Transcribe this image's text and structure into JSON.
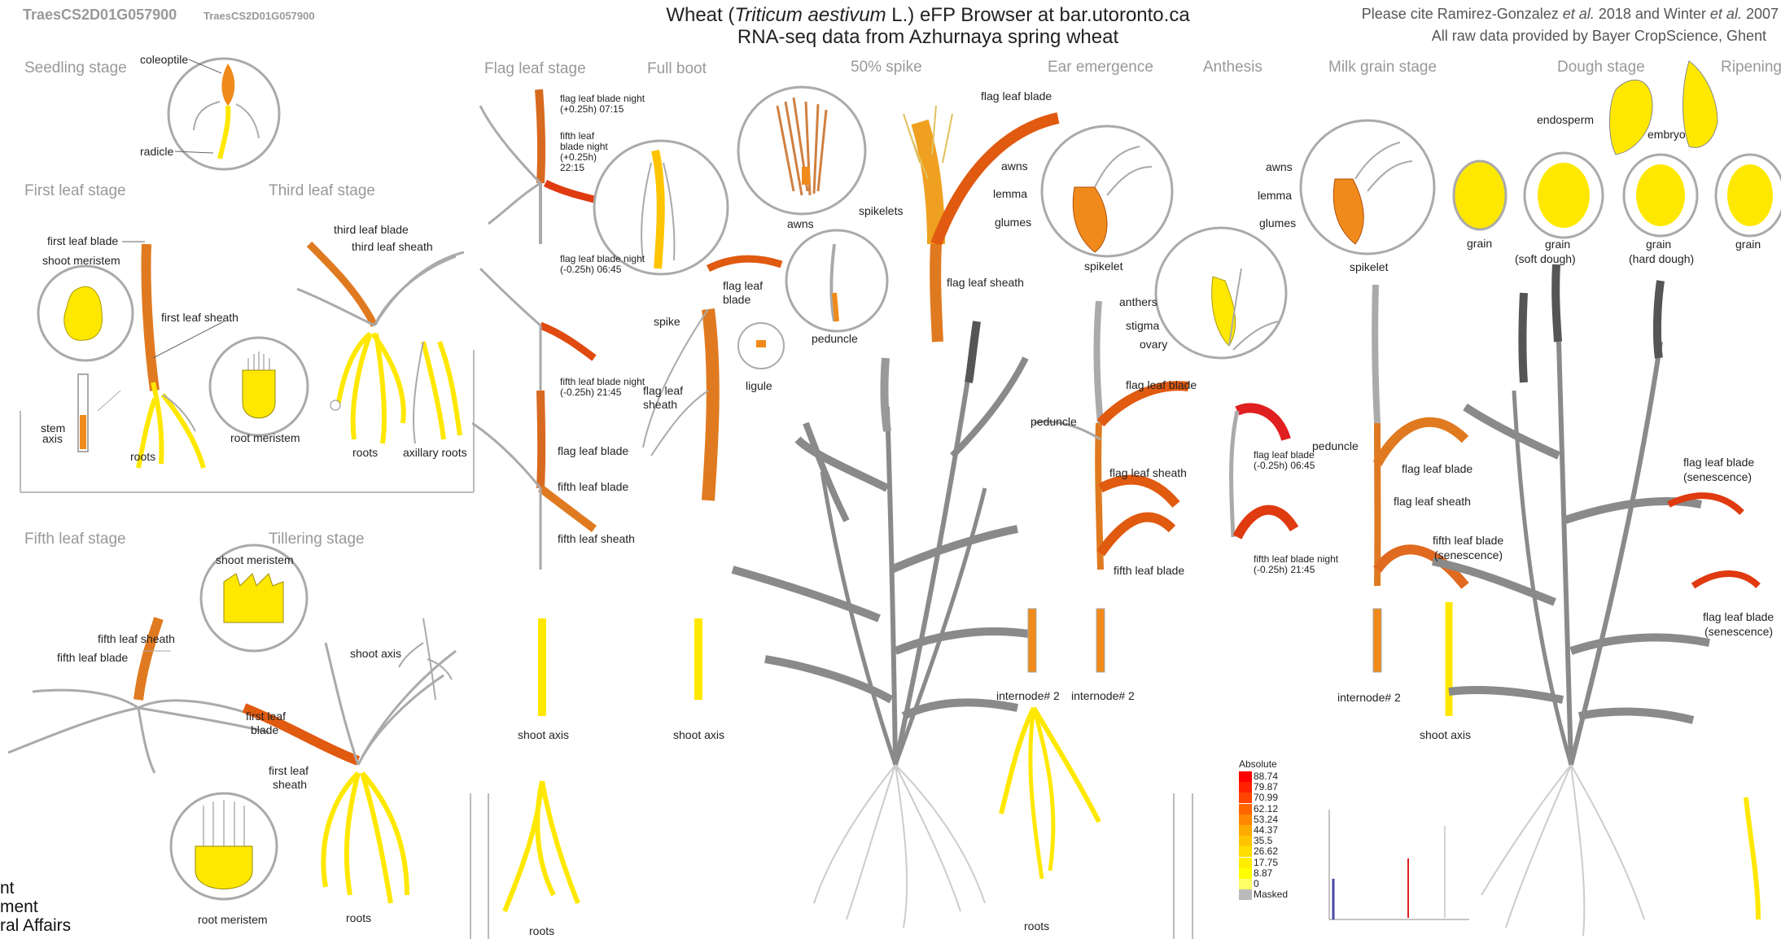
{
  "header": {
    "gene_id": "TraesCS2D01G057900",
    "gene_id_small": "TraesCS2D01G057900",
    "title_pre": "Wheat (",
    "title_italic": "Triticum aestivum",
    "title_post": " L.) eFP Browser at bar.utoronto.ca",
    "subtitle": "RNA-seq data from Azhurnaya spring wheat"
  },
  "citation": {
    "line1_pre": "Please cite Ramirez-Gonzalez ",
    "etal": "et al.",
    "line1_mid": " 2018 and Winter ",
    "line1_post": " 2007",
    "line2": "All raw data provided by Bayer CropScience, Ghent"
  },
  "stages": {
    "seedling": "Seedling stage",
    "first_leaf": "First leaf stage",
    "third_leaf": "Third leaf stage",
    "fifth_leaf": "Fifth leaf stage",
    "tillering": "Tillering stage",
    "flag_leaf": "Flag leaf stage",
    "full_boot": "Full boot",
    "spike50": "50% spike",
    "ear_emergence": "Ear emergence",
    "anthesis": "Anthesis",
    "milk_grain": "Milk grain stage",
    "dough": "Dough stage",
    "ripening": "Ripening"
  },
  "labels": {
    "coleoptile": "coleoptile",
    "radicle": "radicle",
    "first_leaf_blade": "first leaf blade",
    "shoot_meristem": "shoot  meristem",
    "first_leaf_sheath": "first leaf sheath",
    "stem_axis_1": "stem",
    "stem_axis_2": "axis",
    "roots": "roots",
    "root_meristem": "root  meristem",
    "third_leaf_blade": "third leaf blade",
    "third_leaf_sheath": "third leaf sheath",
    "axillary_roots": "axillary roots",
    "fifth_leaf_sheath": "fifth leaf sheath",
    "fifth_leaf_blade": "fifth leaf blade",
    "shoot_axis": "shoot axis",
    "first_leaf_blade_2a": "first leaf",
    "first_leaf_blade_2b": "blade",
    "first_leaf_sheath_2a": "first leaf",
    "first_leaf_sheath_2b": "sheath",
    "flag_night_1": "flag leaf blade night",
    "flag_night_2": "(+0.25h) 07:15",
    "fifth_night_1": "fifth leaf",
    "fifth_night_2": "blade night",
    "fifth_night_3": "(+0.25h)",
    "fifth_night_4": "22:15",
    "flag_neg_1": "flag leaf blade night",
    "flag_neg_2": "(-0.25h) 06:45",
    "fifth_neg_1": "fifth leaf blade night",
    "fifth_neg_2": "(-0.25h) 21:45",
    "flag_leaf_blade": "flag leaf blade",
    "fifth_leaf_blade_b": "fifth leaf blade",
    "fifth_leaf_sheath_b": "fifth leaf sheath",
    "spike": "spike",
    "flag_leaf_a": "flag leaf",
    "flag_leaf_b": "blade",
    "flag_leaf_sheath_a": "flag leaf",
    "flag_leaf_sheath_b": "sheath",
    "ligule": "ligule",
    "awns": "awns",
    "spikelets": "spikelets",
    "peduncle": "peduncle",
    "flag_leaf_sheath": "flag leaf sheath",
    "lemma": "lemma",
    "glumes": "glumes",
    "spikelet": "spikelet",
    "anthers": "anthers",
    "stigma": "stigma",
    "ovary": "ovary",
    "internode2": "internode# 2",
    "fifth_leaf_blade_sen_a": "fifth leaf blade",
    "fifth_leaf_blade_sen_b": "(senescence)",
    "flag_sen_a": "flag leaf blade",
    "flag_sen_b": "(senescence)",
    "endosperm": "endosperm",
    "embryo": "embryo",
    "grain": "grain",
    "grain_soft_a": "grain",
    "grain_soft_b": "(soft dough)",
    "grain_hard_a": "grain",
    "grain_hard_b": "(hard dough)",
    "flag_anth_1": "flag leaf blade",
    "flag_anth_2": "(-0.25h) 06:45",
    "fifth_anth_1": "fifth leaf blade night",
    "fifth_anth_2": "(-0.25h) 21:45"
  },
  "legend": {
    "title": "Absolute",
    "values": [
      "88.74",
      "79.87",
      "70.99",
      "62.12",
      "53.24",
      "44.37",
      "35.5",
      "26.62",
      "17.75",
      "8.87",
      "0",
      "Masked"
    ],
    "colors": [
      "#ff0000",
      "#ff2200",
      "#ff4400",
      "#ff6600",
      "#ff8800",
      "#ffaa00",
      "#ffc400",
      "#ffdd00",
      "#ffee00",
      "#ffff00",
      "#ffff66",
      "#bbbbbb"
    ]
  },
  "colors": {
    "orange": "#f08a1a",
    "dark_orange": "#e05a10",
    "red": "#e52020",
    "yellow": "#ffe800",
    "gray": "#8a8a8a",
    "stage_gray": "#999999"
  },
  "footer_partial": {
    "line1": "nt",
    "line2": "ment",
    "line3": "ral Affairs"
  }
}
